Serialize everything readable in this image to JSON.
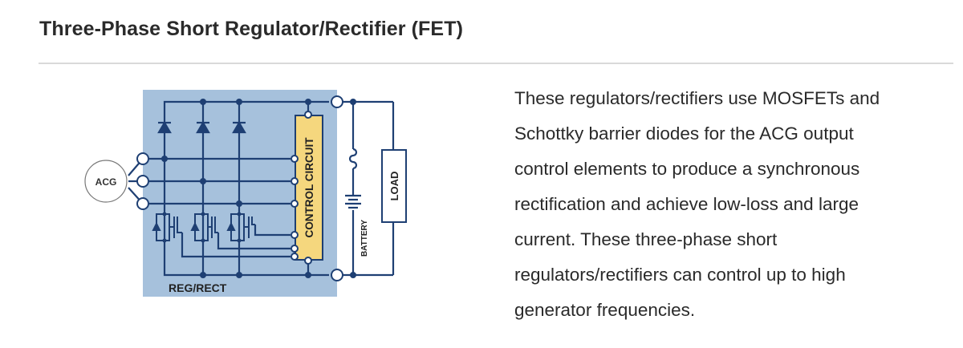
{
  "page": {
    "title": "Three-Phase Short Regulator/Rectifier (FET)"
  },
  "diagram": {
    "labels": {
      "generator": "ACG",
      "control": "CONTROL CIRCUIT",
      "battery": "BATTERY",
      "load": "LOAD",
      "module": "REG/RECT"
    },
    "colors": {
      "module_fill": "#a6c1dc",
      "wire": "#1e3f73",
      "control_fill": "#f5d77e"
    }
  },
  "description": {
    "lines": [
      "These regulators/rectifiers use MOSFETs and",
      "Schottky barrier diodes for the ACG output",
      "control elements to produce a synchronous",
      "rectification and achieve low-loss and large",
      "current. These three-phase short",
      "regulators/rectifiers can control up to high",
      "generator frequencies."
    ]
  }
}
